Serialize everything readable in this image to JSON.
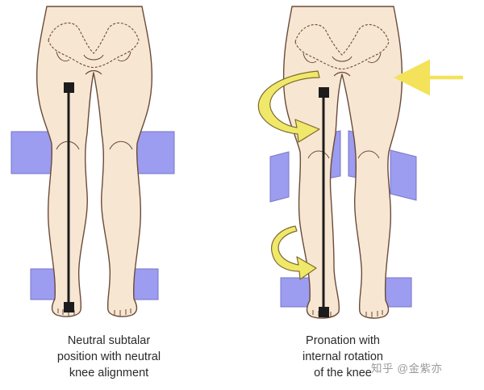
{
  "figure": {
    "left_panel": {
      "caption_lines": [
        "Neutral subtalar",
        "position with neutral",
        "knee alignment"
      ]
    },
    "right_panel": {
      "caption_lines": [
        "Pronation with",
        "internal rotation",
        "of the knee"
      ]
    },
    "watermark": "知乎 @金紫亦",
    "colors": {
      "skin": "#f7e6d2",
      "outline": "#6b4b3a",
      "pad_fill": "#9c9cf0",
      "pad_stroke": "#7676c8",
      "rotation_arrow": "#f0e86a",
      "force_arrow": "#f3e25a",
      "alignment_line": "#1c1c1c"
    }
  }
}
